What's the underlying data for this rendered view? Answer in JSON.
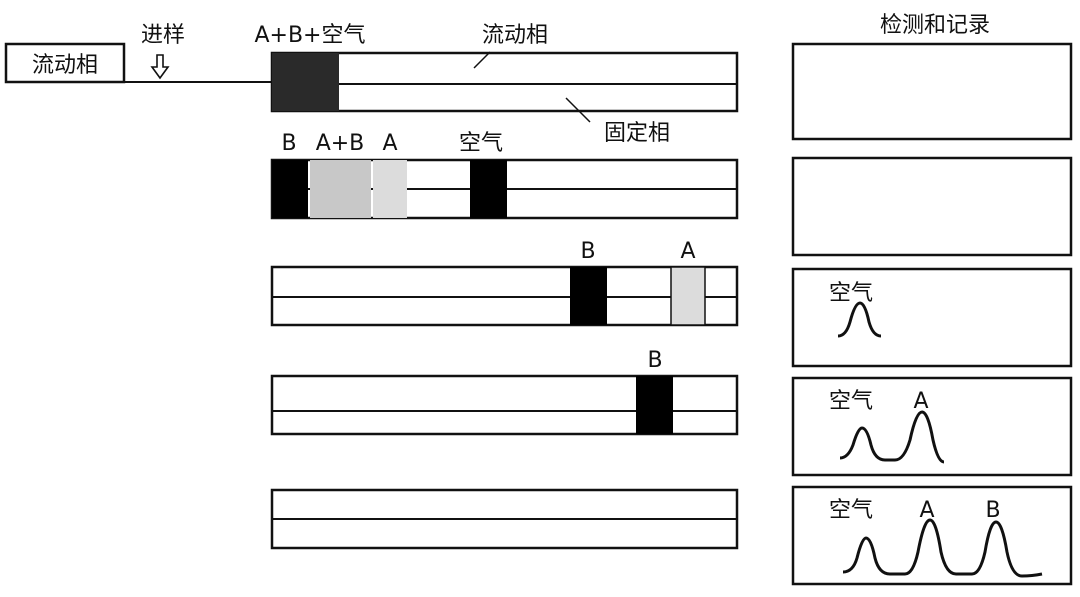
{
  "labels": {
    "mobile_phase_box": "流动相",
    "injection": "进样",
    "sample": "A+B+空气",
    "mobile_phase": "流动相",
    "stationary_phase": "固定相",
    "detect_record": "检测和记录",
    "row2_b": "B",
    "row2_ab": "A+B",
    "row2_a": "A",
    "row2_air": "空气",
    "row3_b": "B",
    "row3_a": "A",
    "row4_b": "B",
    "rec3_air": "空气",
    "rec4_air": "空气",
    "rec4_a": "A",
    "rec5_air": "空气",
    "rec5_a": "A",
    "rec5_b": "B"
  },
  "colors": {
    "ink": "#111111",
    "band_dark": "#2a2a2a",
    "band_black": "#000000",
    "band_mid": "#c8c8c8",
    "band_light": "#dcdcdc"
  }
}
